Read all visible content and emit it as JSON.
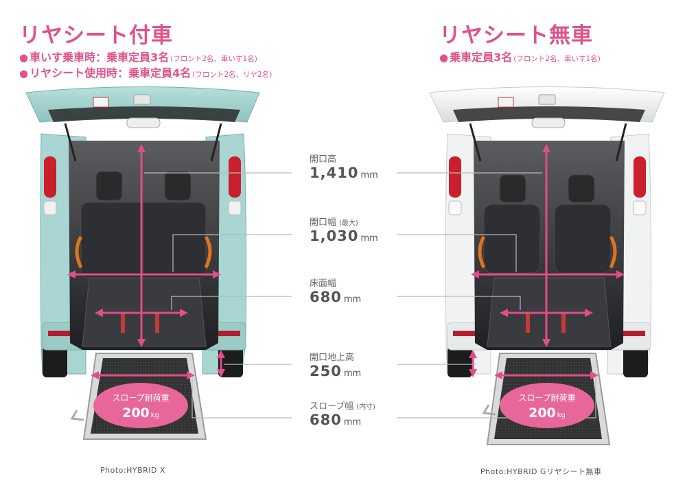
{
  "left": {
    "title": "リヤシート付車",
    "bullets": [
      {
        "text": "車いす乗車時：乗車定員3名",
        "note": "(フロント2名、車いす1名)"
      },
      {
        "text": "リヤシート使用時：乗車定員4名",
        "note": "(フロント2名、リヤ2名)"
      }
    ],
    "ramp_badge": {
      "label": "スロープ耐荷重",
      "value": "200",
      "unit": "kg"
    },
    "caption": "Photo:HYBRID X"
  },
  "right": {
    "title": "リヤシート無車",
    "bullets": [
      {
        "text": "乗車定員3名",
        "note": "(フロント2名、車いす1名)"
      }
    ],
    "ramp_badge": {
      "label": "スロープ耐荷重",
      "value": "200",
      "unit": "kg"
    },
    "caption": "Photo:HYBRID Gリヤシート無車"
  },
  "dimensions": [
    {
      "label": "開口高",
      "note": "",
      "value": "1,410",
      "unit": "mm"
    },
    {
      "label": "開口幅",
      "note": "(最大)",
      "value": "1,030",
      "unit": "mm"
    },
    {
      "label": "床面幅",
      "note": "",
      "value": "680",
      "unit": "mm"
    },
    {
      "label": "開口地上高",
      "note": "",
      "value": "250",
      "unit": "mm"
    },
    {
      "label": "スロープ幅",
      "note": "(内寸)",
      "value": "680",
      "unit": "mm"
    }
  ],
  "colors": {
    "accent_pink": "#e0528a",
    "left_body": "#a9d6d2",
    "right_body": "#f1f3f3",
    "interior": "#2b2b2d"
  }
}
